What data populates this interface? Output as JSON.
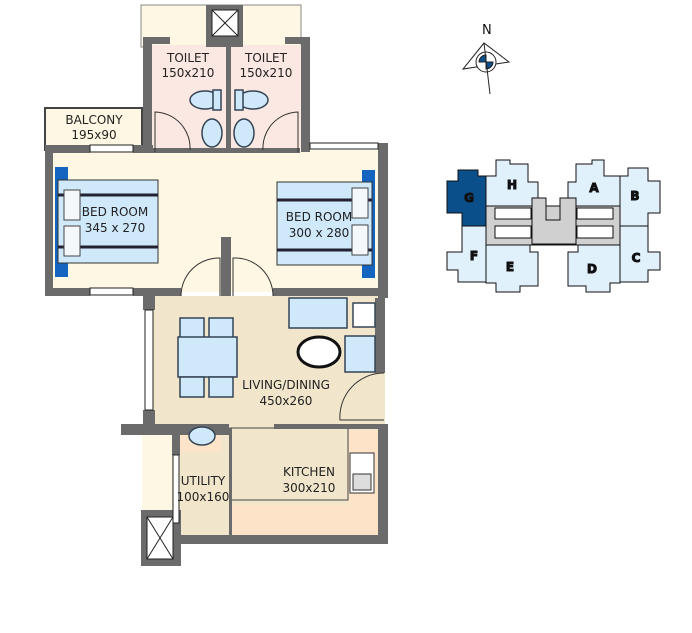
{
  "plan": {
    "rooms": [
      {
        "name": "TOILET",
        "size": "150x210"
      },
      {
        "name": "TOILET",
        "size": "150x210"
      },
      {
        "name": "BALCONY",
        "size": "195x90"
      },
      {
        "name": "BED ROOM",
        "size": "345 x 270"
      },
      {
        "name": "BED ROOM",
        "size": "300 x 280"
      },
      {
        "name": "LIVING/DINING",
        "size": "450x260"
      },
      {
        "name": "KITCHEN",
        "size": "300x210"
      },
      {
        "name": "UTILITY",
        "size": "100x160"
      }
    ]
  },
  "compass": {
    "label": "N"
  },
  "key_plan": {
    "units": [
      "G",
      "H",
      "A",
      "B",
      "F",
      "E",
      "D",
      "C"
    ],
    "highlighted": "G"
  },
  "colors": {
    "wall": "#6b6b6b",
    "cream": "#fdf7e3",
    "toilet": "#fbe8e2",
    "living": "#f1e6cc",
    "kitchen_counter": "#fde3c8",
    "bed": "#cfe8fa",
    "highlight": "#0b4f8a",
    "unit": "#e1f1fc"
  }
}
